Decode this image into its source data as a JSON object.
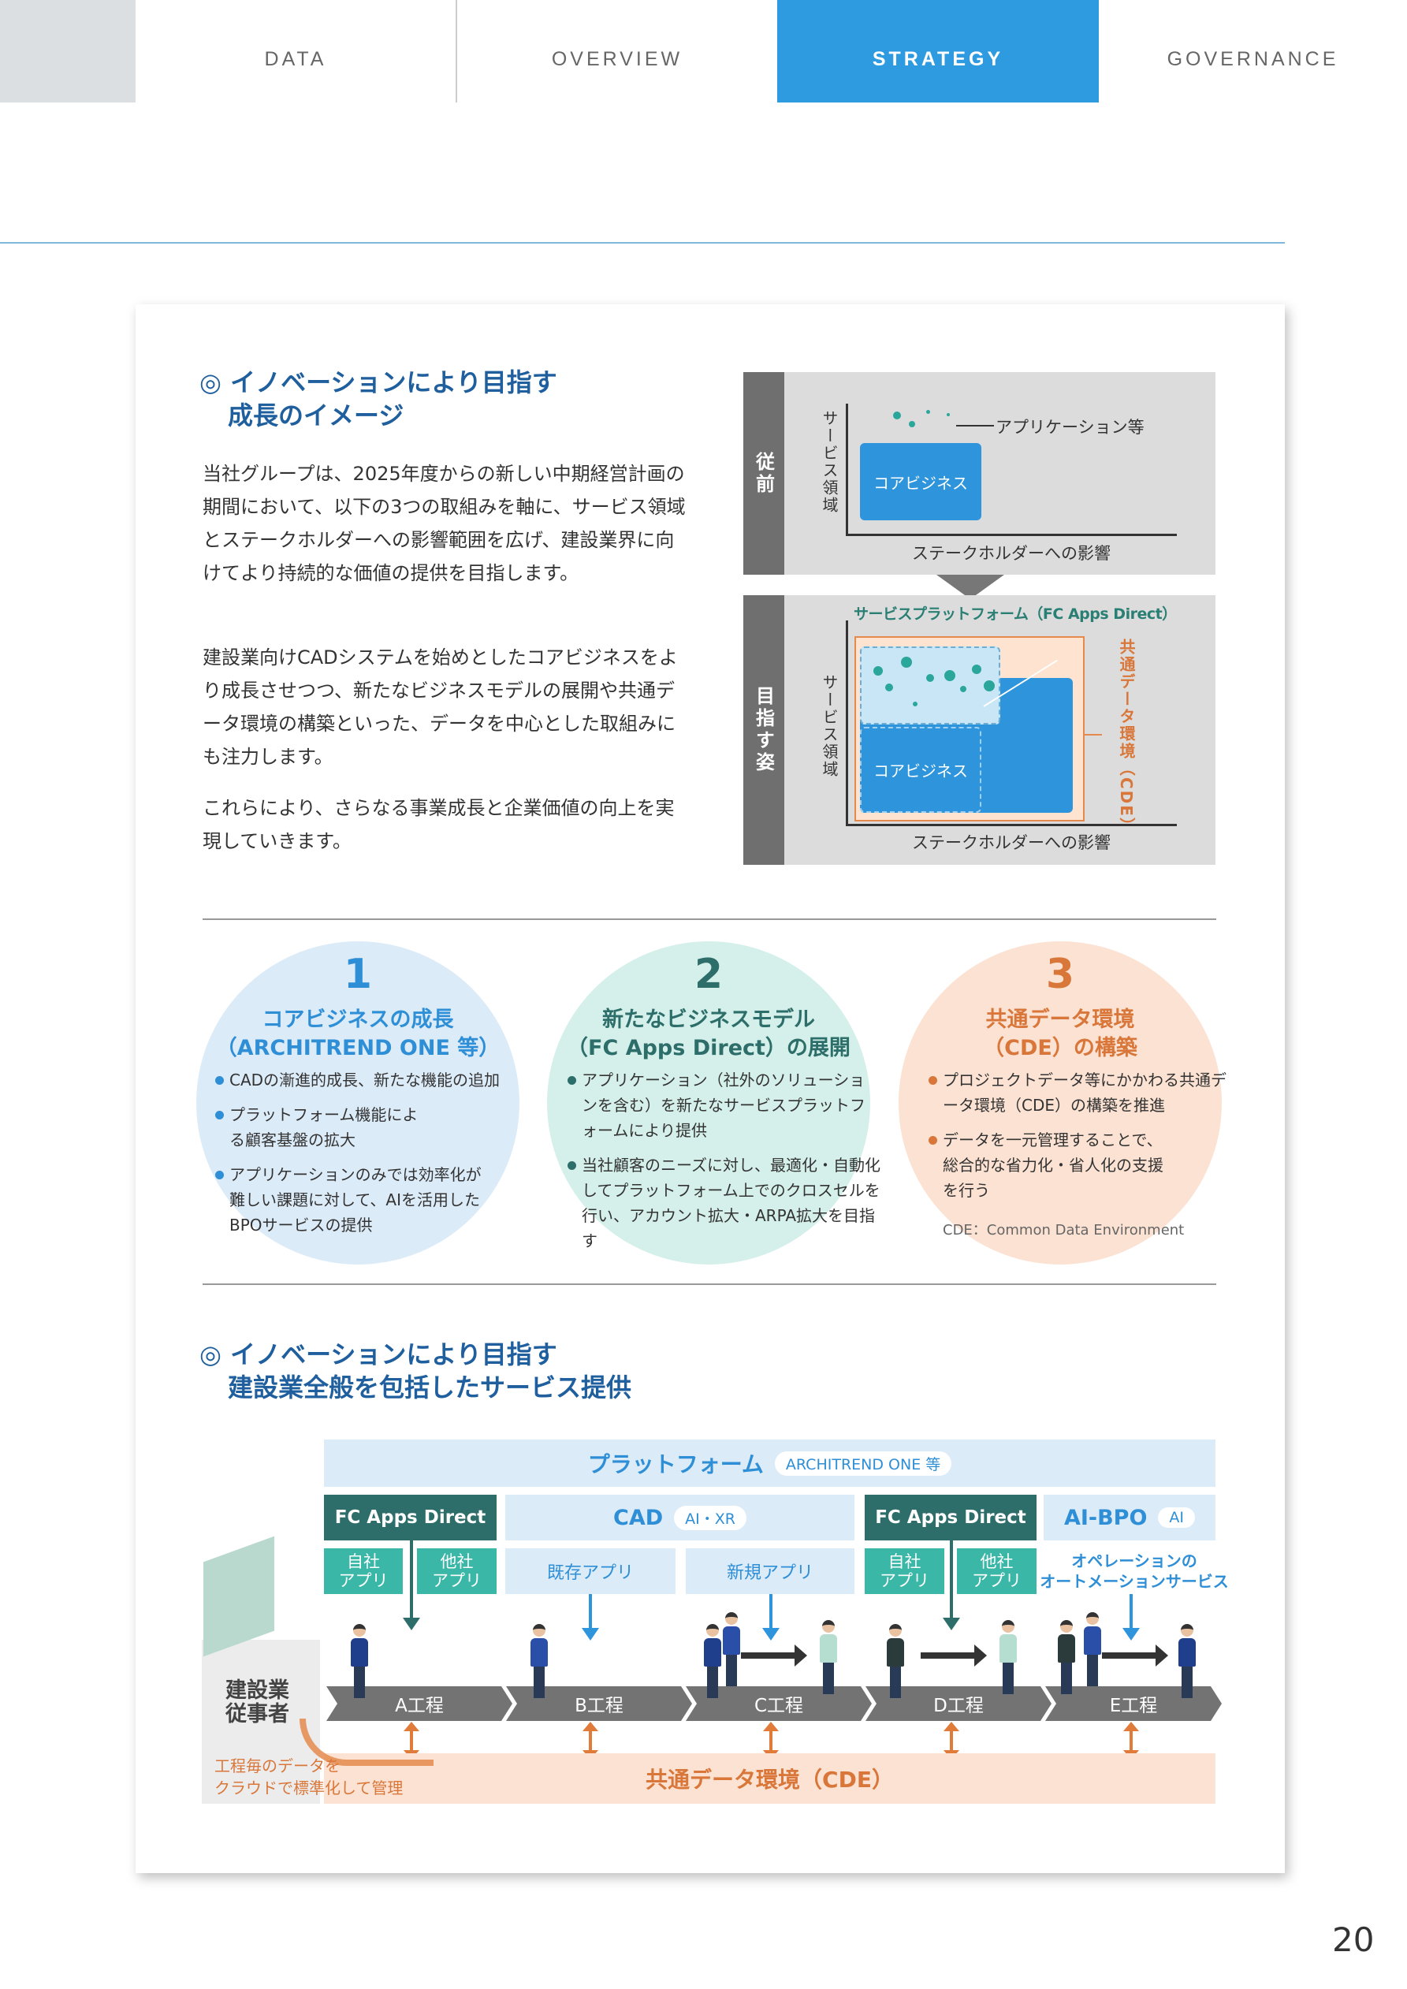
{
  "tabs": [
    "DATA",
    "OVERVIEW",
    "STRATEGY",
    "GOVERNANCE"
  ],
  "active_tab": "STRATEGY",
  "section1": {
    "title_l1": "◎ イノベーションにより目指す",
    "title_l2": "成長のイメージ",
    "paragraphs": [
      "当社グループは、2025年度からの新しい中期経営計画の期間において、以下の3つの取組みを軸に、サービス領域とステークホルダーへの影響範囲を広げ、建設業界に向けてより持続的な価値の提供を目指します。",
      "建設業向けCADシステムを始めとしたコアビジネスをより成長させつつ、新たなビジネスモデルの展開や共通データ環境の構築といった、データを中心とした取組みにも注力します。",
      "これらにより、さらなる事業成長と企業価値の向上を実現していきます。"
    ]
  },
  "diagram": {
    "before_label": "従前",
    "after_label": "目指す姿",
    "y_axis": "サービス領域",
    "x_axis": "ステークホルダーへの影響",
    "core": "コアビジネス",
    "apps": "アプリケーション等",
    "platform": "サービスプラットフォーム（FC Apps Direct）",
    "cde": "共通データ環境（CDE）"
  },
  "pillars": [
    {
      "num": "1",
      "title_l1": "コアビジネスの成長",
      "title_l2": "（ARCHITREND ONE 等）",
      "color": "#2e8fd6",
      "bg": "#dcebf8",
      "items": [
        "CADの漸進的成長、新たな機能の追加",
        "プラットフォーム機能による顧客基盤の拡大",
        "アプリケーションのみでは効率化が難しい課題に対して、AIを活用したBPOサービスの提供"
      ]
    },
    {
      "num": "2",
      "title_l1": "新たなビジネスモデル",
      "title_l2": "（FC Apps Direct）の展開",
      "color": "#2d6e6a",
      "bg": "#d5f0ea",
      "items": [
        "アプリケーション（社外のソリューションを含む）を新たなサービスプラットフォームにより提供",
        "当社顧客のニーズに対し、最適化・自動化してプラットフォーム上でのクロスセルを行い、アカウント拡大・ARPA拡大を目指す"
      ]
    },
    {
      "num": "3",
      "title_l1": "共通データ環境",
      "title_l2": "（CDE）の構築",
      "color": "#d9773a",
      "bg": "#fce2d2",
      "items": [
        "プロジェクトデータ等にかかわる共通データ環境（CDE）の構築を推進",
        "データを一元管理することで、総合的な省力化・省人化の支援を行う"
      ],
      "note": "CDE：Common Data Environment"
    }
  ],
  "section2": {
    "title_l1": "◎ イノベーションにより目指す",
    "title_l2": "建設業全般を包括したサービス提供"
  },
  "service": {
    "platform": "プラットフォーム",
    "platform_tag": "ARCHITREND ONE 等",
    "fc1": "FC Apps Direct",
    "cad": "CAD",
    "cad_tag": "AI・XR",
    "fc2": "FC Apps Direct",
    "aibpo": "AI-BPO",
    "aibpo_tag": "AI",
    "own_app": "自社\nアプリ",
    "other_app": "他社\nアプリ",
    "existing_app": "既存アプリ",
    "new_app": "新規アプリ",
    "automation": "オペレーションの\nオートメーションサービス",
    "processes": [
      "A工程",
      "B工程",
      "C工程",
      "D工程",
      "E工程"
    ],
    "workers": "建設業\n従事者",
    "cde": "共通データ環境（CDE）",
    "cloud_note": "工程毎のデータを\nクラウドで標準化して管理"
  },
  "page_number": "20"
}
